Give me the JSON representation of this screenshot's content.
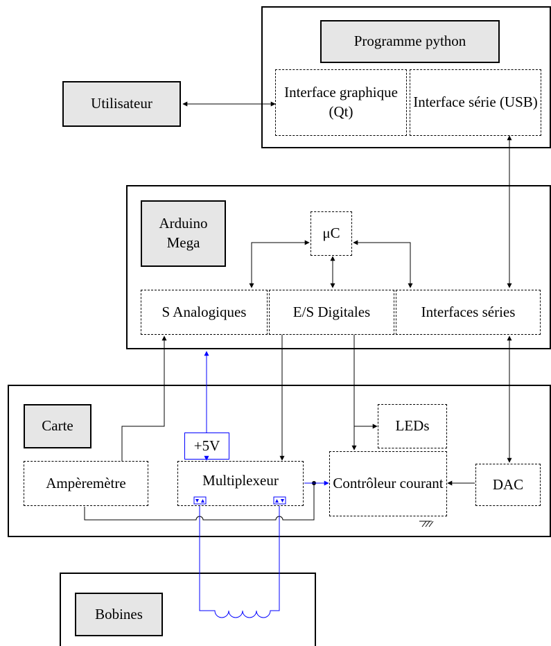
{
  "groups": {
    "programme": {
      "title": "Programme python",
      "left": "Interface graphique (Qt)",
      "right": "Interface série (USB)"
    },
    "arduino": {
      "title": "Arduino Mega",
      "mcu": "μC",
      "analog": "S Analogiques",
      "digital": "E/S Digitales",
      "serial": "Interfaces séries"
    },
    "carte": {
      "title": "Carte",
      "power": "+5V",
      "leds": "LEDs",
      "ammeter": "Ampèremètre",
      "mux": "Multiplexeur",
      "controller": "Contrôleur courant",
      "dac": "DAC"
    },
    "bobines": {
      "title": "Bobines"
    }
  },
  "user": "Utilisateur",
  "colors": {
    "line": "#000000",
    "power_link": "#0000ff",
    "title_fill": "#e6e6e6"
  }
}
